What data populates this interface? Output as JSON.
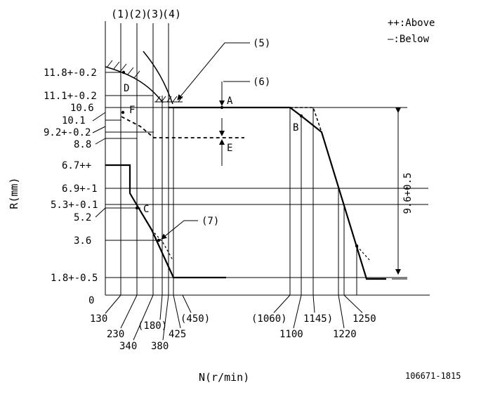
{
  "top_labels": [
    "(1)",
    "(2)",
    "(3)",
    "(4)"
  ],
  "legend": [
    "++:Above",
    "—:Below"
  ],
  "callouts": {
    "c5": "(5)",
    "c6": "(6)",
    "c7": "(7)"
  },
  "y_labels": [
    "11.8+-0.2",
    "11.1+-0.2",
    "10.6",
    "10.1",
    "9.2+-0.2",
    "8.8",
    "6.7++",
    "6.9+-1",
    "5.3+-0.1",
    "5.2",
    "3.6",
    "1.8+-0.5",
    "0"
  ],
  "x_labels_row1": [
    "130",
    "(180)",
    "425",
    "(450)",
    "(1060)",
    "1145)",
    "1250"
  ],
  "x_labels_row2": [
    "230",
    "380",
    "1100",
    "1220"
  ],
  "x_labels_row3": [
    "340"
  ],
  "points": {
    "A": "A",
    "B": "B",
    "C": "C",
    "D": "D",
    "E": "E",
    "F": "F"
  },
  "range_label": "9.6+0.5",
  "axis": {
    "y": "R(mm)",
    "x": "N(r/min)"
  },
  "doc_id": "106671-1815",
  "colors": {
    "ink": "#000000",
    "background": "#ffffff"
  }
}
